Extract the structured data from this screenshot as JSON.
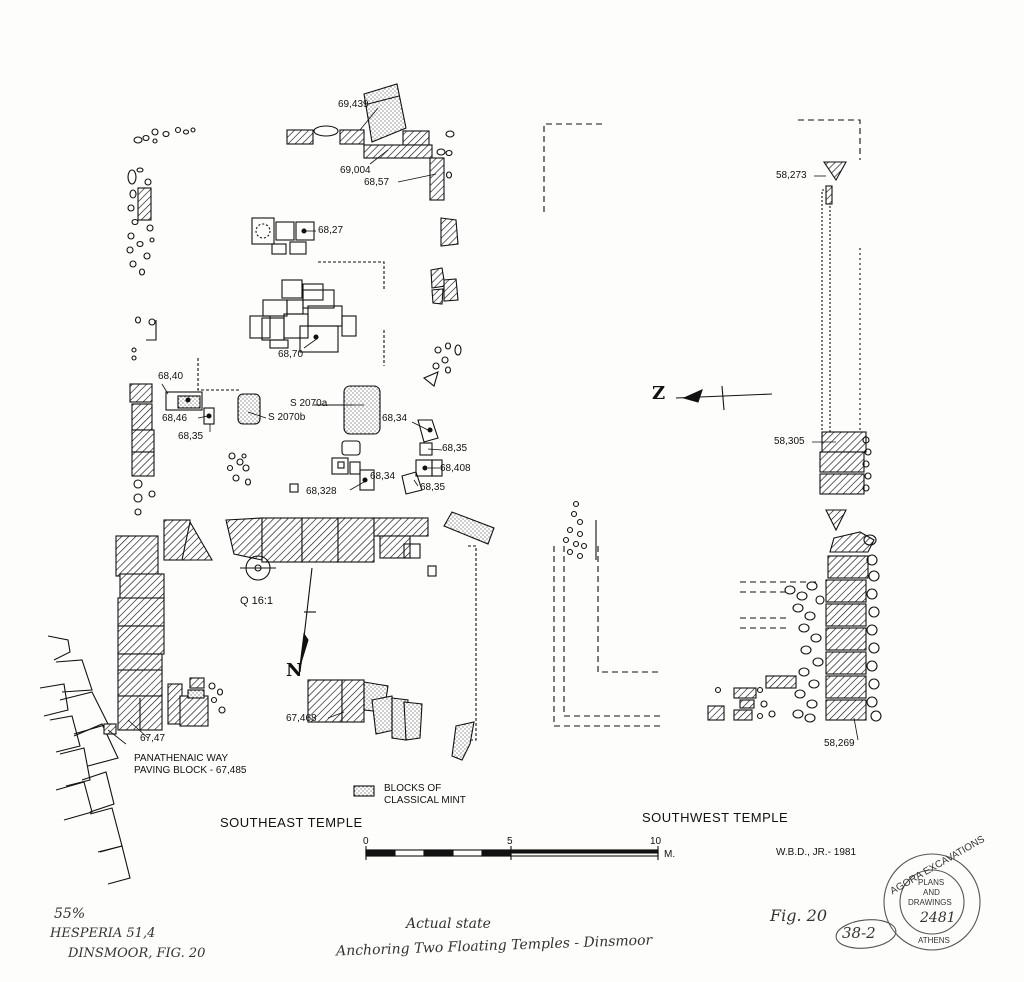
{
  "titles": {
    "southeast_temple": "SOUTHEAST TEMPLE",
    "southwest_temple": "SOUTHWEST TEMPLE"
  },
  "legend": {
    "line1": "BLOCKS OF",
    "line2": "CLASSICAL MINT"
  },
  "scale": {
    "t0": "0",
    "t5": "5",
    "t10": "10",
    "unit": "M."
  },
  "credit": "W.B.D., JR.- 1981",
  "grid_ref": "Q 16:1",
  "north_labels": [
    "N",
    "Z"
  ],
  "block_labels": {
    "l69439": "69,439",
    "l69004": "69,004",
    "l6857": "68,57",
    "l6827": "68,27",
    "l6870": "68,70",
    "l6840": "68,40",
    "l6846": "68,46",
    "l6835a": "68,35",
    "l2070a": "S 2070a",
    "l2070b": "S 2070b",
    "l6834a": "68,34",
    "l6835b": "68,35",
    "l68408": "68,408",
    "l68328": "68,328",
    "l6834b": "68,34",
    "l6835c": "68,35",
    "l67468": "67,468",
    "l6747": "67,47",
    "paving1": "PANATHENAIC WAY",
    "paving2": "PAVING BLOCK - 67,485",
    "l58273": "58,273",
    "l58305": "58,305",
    "l58269": "58,269"
  },
  "handwriting": {
    "note1": "55%",
    "note2": "HESPERIA 51,4",
    "note3": "DINSMOOR, FIG. 20",
    "caption1": "Actual state",
    "caption2": "Anchoring Two Floating Temples - Dinsmoor",
    "fig": "Fig. 20",
    "fig_num": "38-2"
  },
  "stamp": {
    "ring": "AGORA EXCAVATIONS",
    "line1": "PLANS",
    "line2": "AND",
    "line3": "DRAWINGS",
    "number": "2481",
    "bottom": "ATHENS"
  },
  "colors": {
    "ink": "#111111",
    "paper": "#fdfdfb",
    "stamp": "#555555",
    "pencil": "#444444"
  }
}
